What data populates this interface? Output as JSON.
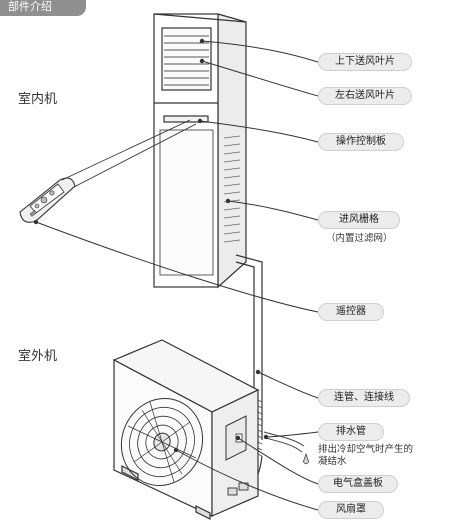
{
  "section_tag": "部件介绍",
  "groups": {
    "indoor": "室内机",
    "outdoor": "室外机"
  },
  "labels": {
    "louver_vertical": "上下送风叶片",
    "louver_horizontal": "左右送风叶片",
    "control_panel": "操作控制板",
    "intake_grille": "进风栅格",
    "intake_grille_note": "（内置过滤网）",
    "remote": "遥控器",
    "pipe": "连管、连接线",
    "drain_pipe": "排水管",
    "drain_note_line1": "排出冷却空气时产生的",
    "drain_note_line2": "凝结水",
    "electric_box_cover": "电气盒盖板",
    "fan_guard": "风扇罩"
  },
  "colors": {
    "line": "#333333",
    "pill_bg": "#ececec",
    "tag_bg": "#8f8f8f"
  }
}
